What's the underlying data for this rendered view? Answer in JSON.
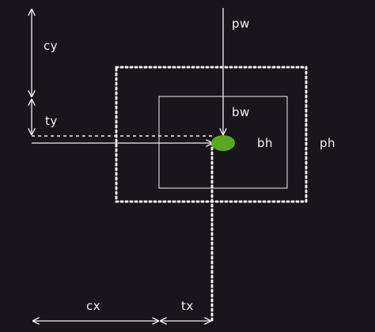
{
  "diagram": {
    "labels": {
      "cy": "cy",
      "ty": "ty",
      "pw": "pw",
      "bw": "bw",
      "bh": "bh",
      "ph": "ph",
      "cx": "cx",
      "tx": "tx"
    },
    "colors": {
      "background": "#18151c",
      "lines": "#f2f2f2",
      "center_dot": "#5aa81e"
    }
  }
}
